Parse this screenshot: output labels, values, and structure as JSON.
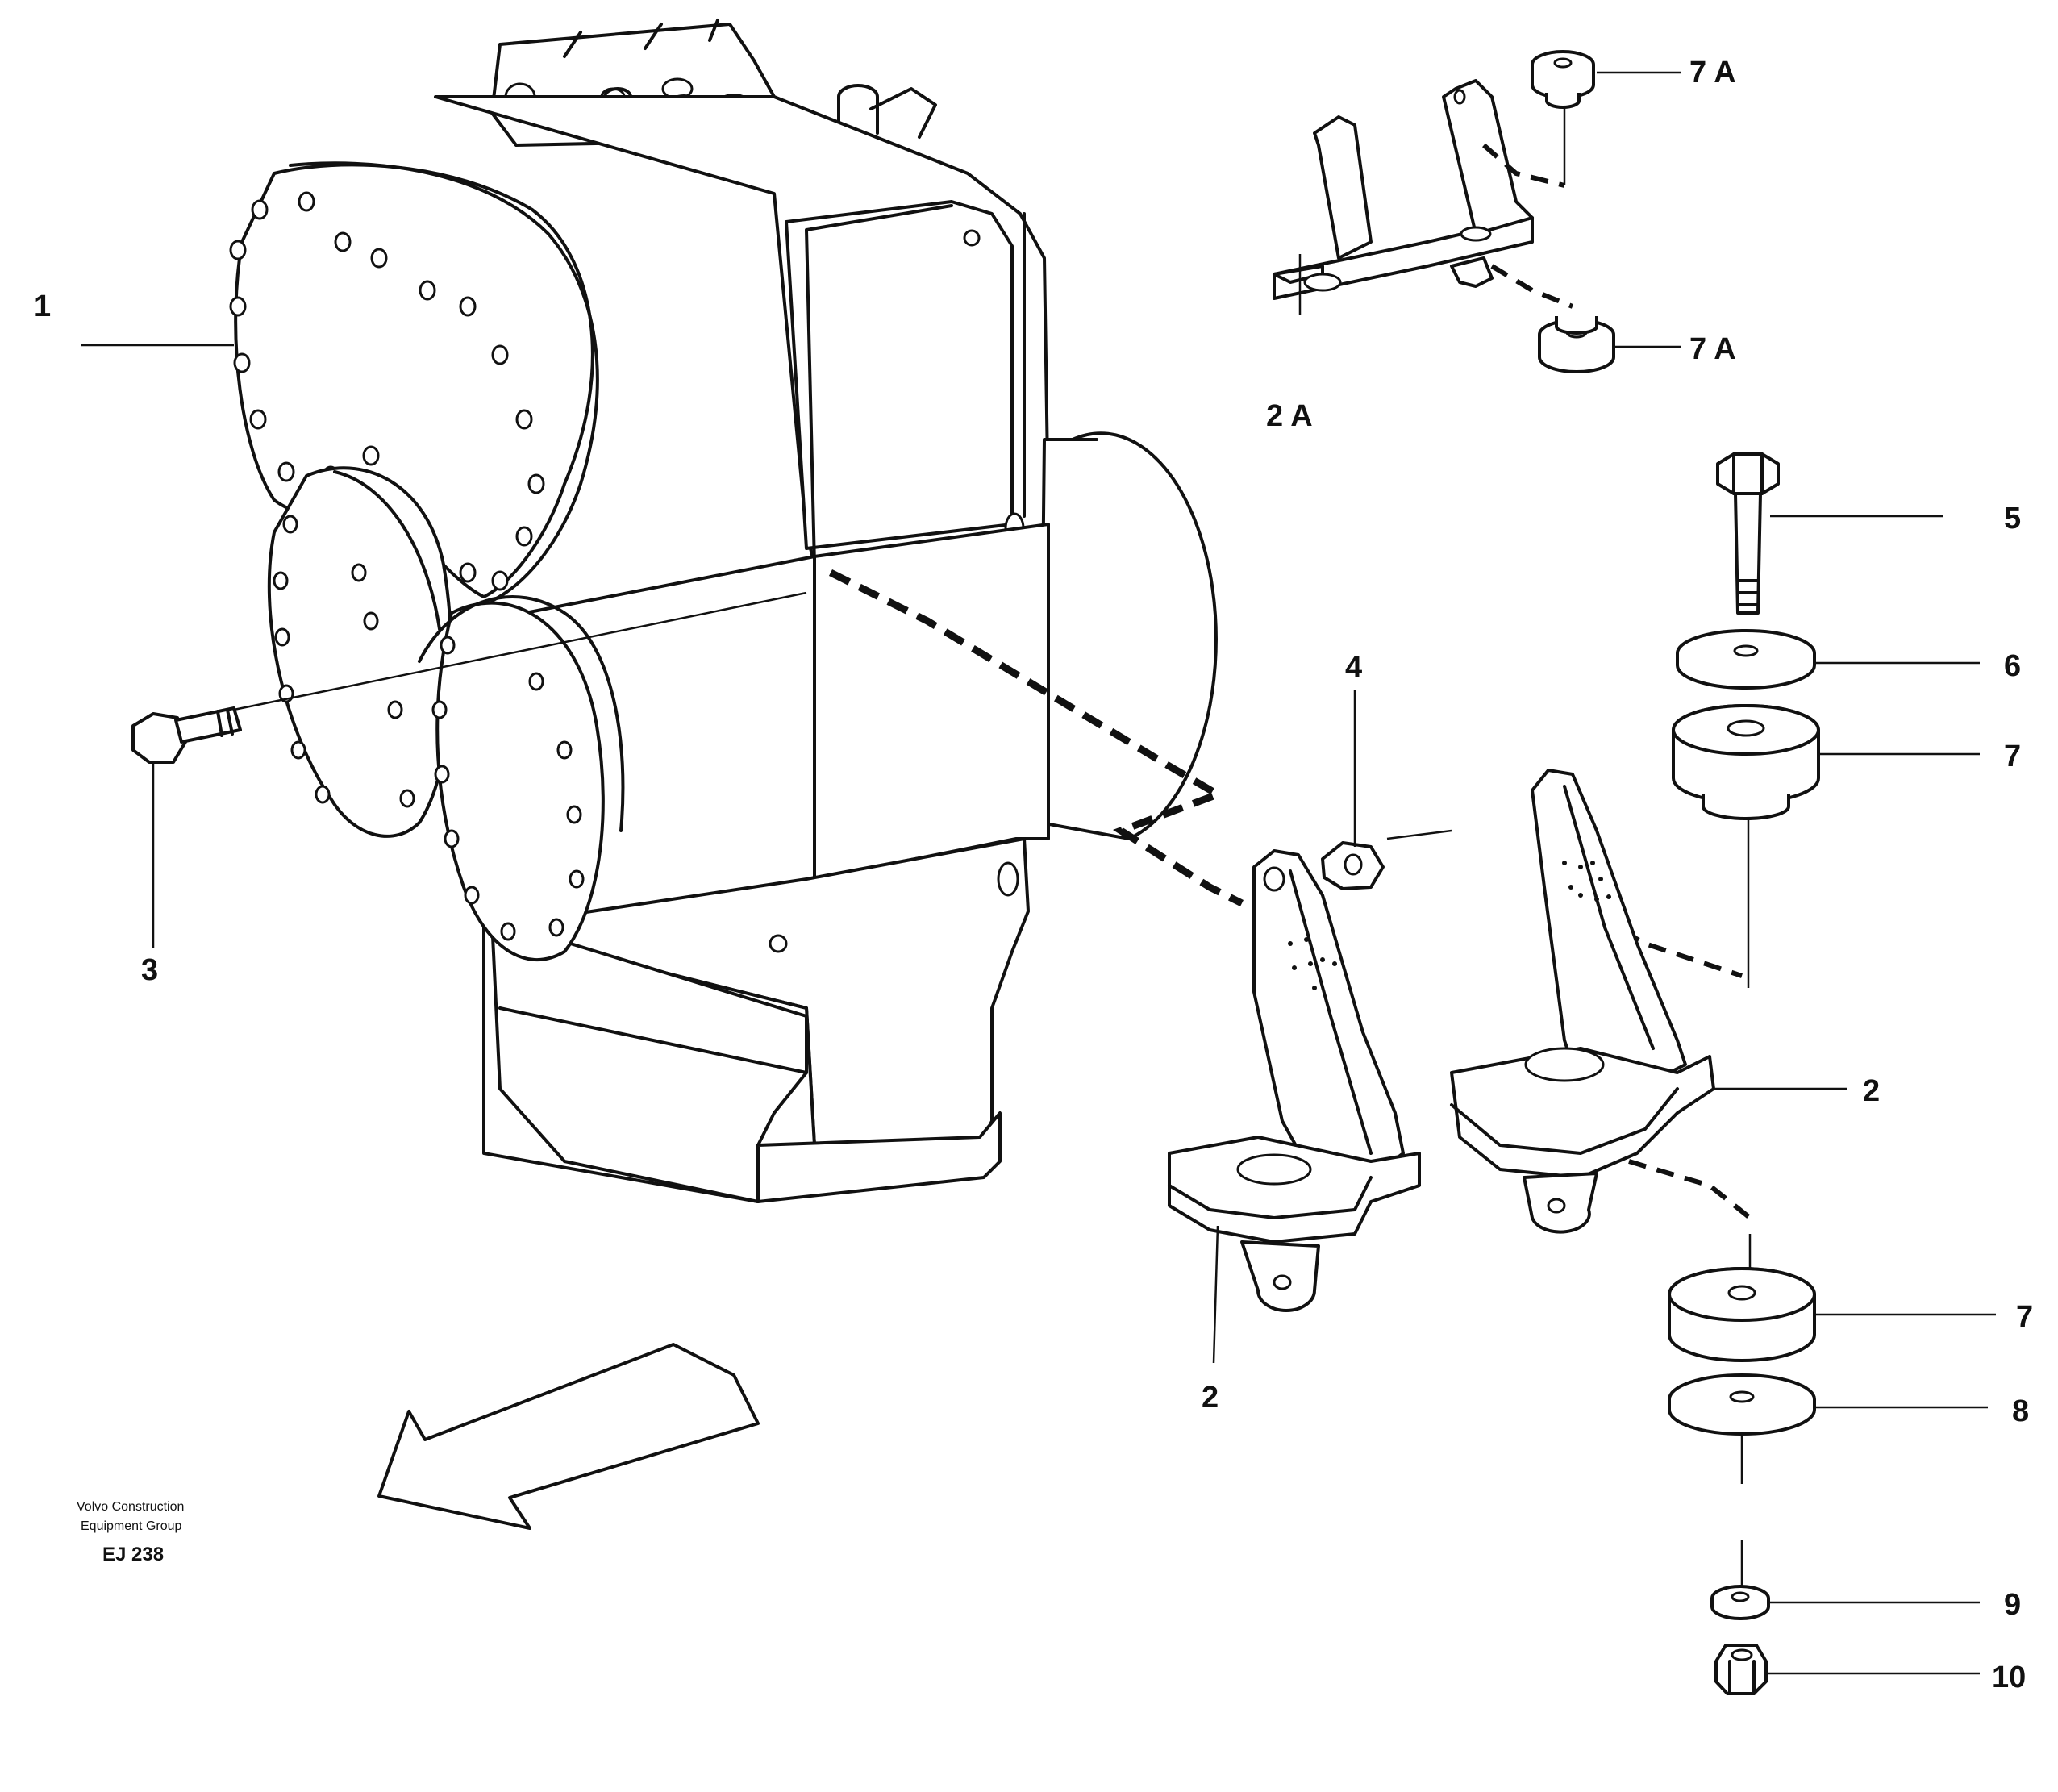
{
  "callouts": {
    "c1": "1",
    "c2a": "2 A",
    "c7a_top": "7 A",
    "c7a_bottom": "7 A",
    "c3": "3",
    "c4": "4",
    "c5": "5",
    "c6": "6",
    "c7_upper": "7",
    "c2_right": "2",
    "c2_bottom": "2",
    "c7_lower": "7",
    "c8": "8",
    "c9": "9",
    "c10": "10"
  },
  "credit": {
    "line1": "Volvo Construction",
    "line2": "Equipment Group",
    "code": "EJ 238"
  },
  "icons": {
    "direction_arrow": "arrow-left-down-icon"
  }
}
